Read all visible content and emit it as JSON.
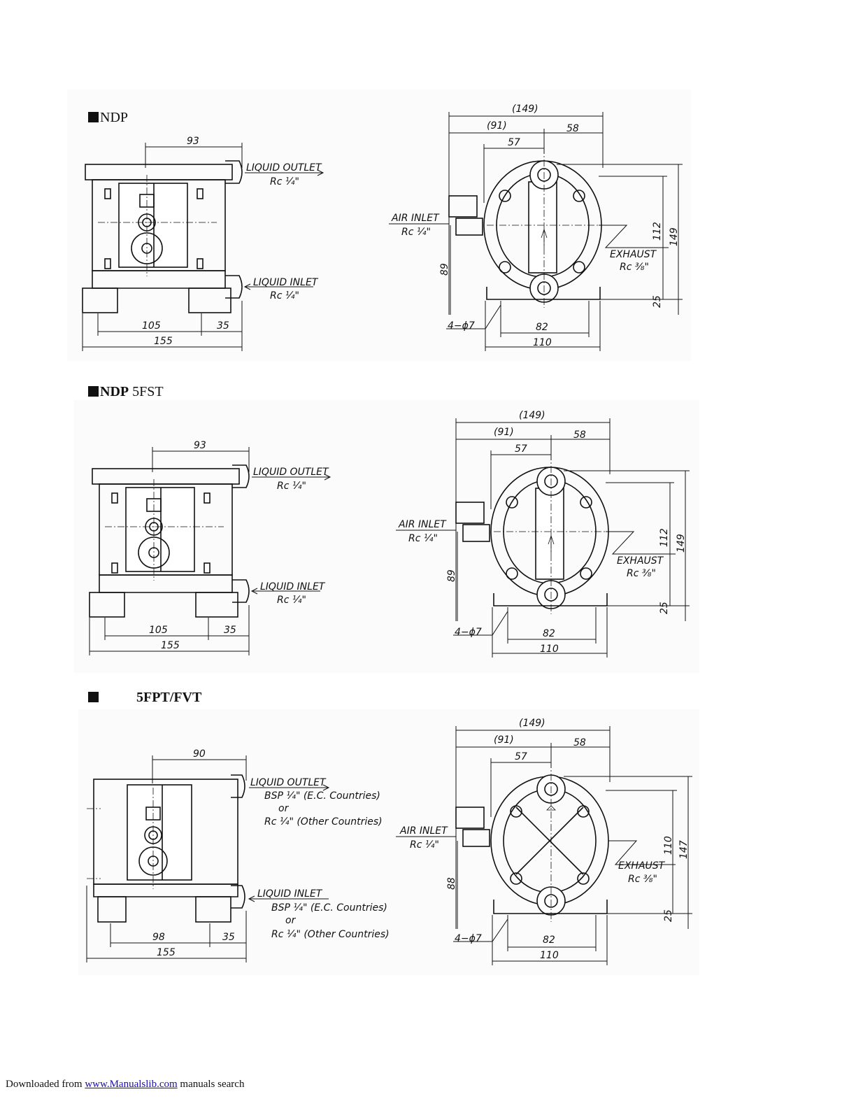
{
  "sections": [
    {
      "title_bold": "",
      "title_rest": "NDP",
      "front": {
        "dim_top": "93",
        "outlet_label": "LIQUID OUTLET",
        "outlet_size": "Rc ¼\"",
        "inlet_label": "LIQUID INLET",
        "inlet_size": "Rc ¼\"",
        "dim_a": "105",
        "dim_b": "35",
        "dim_total": "155",
        "outlet_alt": [],
        "inlet_alt": []
      },
      "side": {
        "dim_149p": "(149)",
        "dim_91p": "(91)",
        "dim_58": "58",
        "dim_57": "57",
        "air_label": "AIR INLET",
        "air_size": "Rc ¼\"",
        "exhaust_label": "EXHAUST",
        "exhaust_size": "Rc ⅜\"",
        "dim_h_inner": "112",
        "dim_h_total": "149",
        "dim_89": "89",
        "dim_25": "25",
        "holes": "4−ϕ7",
        "dim_82": "82",
        "dim_110": "110"
      }
    },
    {
      "title_bold": "NDP",
      "title_rest": " 5FST",
      "front": {
        "dim_top": "93",
        "outlet_label": "LIQUID OUTLET",
        "outlet_size": "Rc ¼\"",
        "inlet_label": "LIQUID INLET",
        "inlet_size": "Rc ¼\"",
        "dim_a": "105",
        "dim_b": "35",
        "dim_total": "155",
        "outlet_alt": [],
        "inlet_alt": []
      },
      "side": {
        "dim_149p": "(149)",
        "dim_91p": "(91)",
        "dim_58": "58",
        "dim_57": "57",
        "air_label": "AIR INLET",
        "air_size": "Rc ¼\"",
        "exhaust_label": "EXHAUST",
        "exhaust_size": "Rc ⅜\"",
        "dim_h_inner": "112",
        "dim_h_total": "149",
        "dim_89": "89",
        "dim_25": "25",
        "holes": "4−ϕ7",
        "dim_82": "82",
        "dim_110": "110"
      }
    },
    {
      "title_bold": "",
      "title_rest": "5FPT/FVT",
      "front": {
        "dim_top": "90",
        "outlet_label": "LIQUID OUTLET",
        "outlet_size": "",
        "inlet_label": "LIQUID INLET",
        "inlet_size": "",
        "dim_a": "98",
        "dim_b": "35",
        "dim_total": "155",
        "outlet_alt": [
          "BSP ¼\" (E.C. Countries)",
          "or",
          "Rc ¼\" (Other Countries)"
        ],
        "inlet_alt": [
          "BSP ¼\" (E.C. Countries)",
          "or",
          "Rc ¼\" (Other Countries)"
        ]
      },
      "side": {
        "dim_149p": "(149)",
        "dim_91p": "(91)",
        "dim_58": "58",
        "dim_57": "57",
        "air_label": "AIR INLET",
        "air_size": "Rc ¼\"",
        "exhaust_label": "EXHAUST",
        "exhaust_size": "Rc ⅜\"",
        "dim_h_inner": "110",
        "dim_h_total": "147",
        "dim_89": "88",
        "dim_25": "25",
        "holes": "4−ϕ7",
        "dim_82": "82",
        "dim_110": "110"
      }
    }
  ],
  "footer": {
    "prefix": "Downloaded from ",
    "link": "www.Manualslib.com",
    "suffix": " manuals search"
  }
}
